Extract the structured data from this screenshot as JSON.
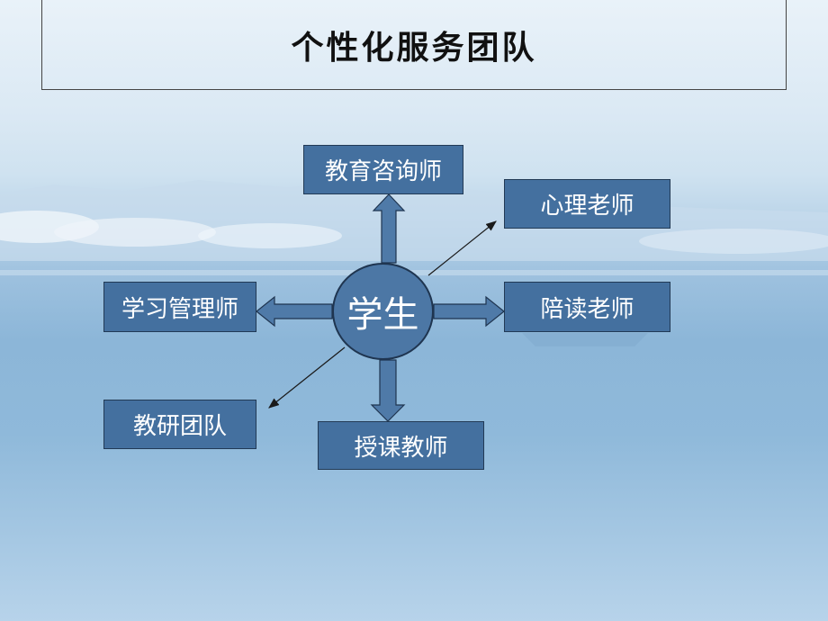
{
  "title": "个性化服务团队",
  "center": {
    "label": "学生"
  },
  "nodes": {
    "top": "教育咨询师",
    "top_right": "心理老师",
    "right": "陪读老师",
    "left": "学习管理师",
    "bottom": "授课教师",
    "bottom_left": "教研团队"
  },
  "colors": {
    "node_fill": "#44709f",
    "node_text": "#ffffff",
    "arrow_fill": "#4f7aa8"
  }
}
